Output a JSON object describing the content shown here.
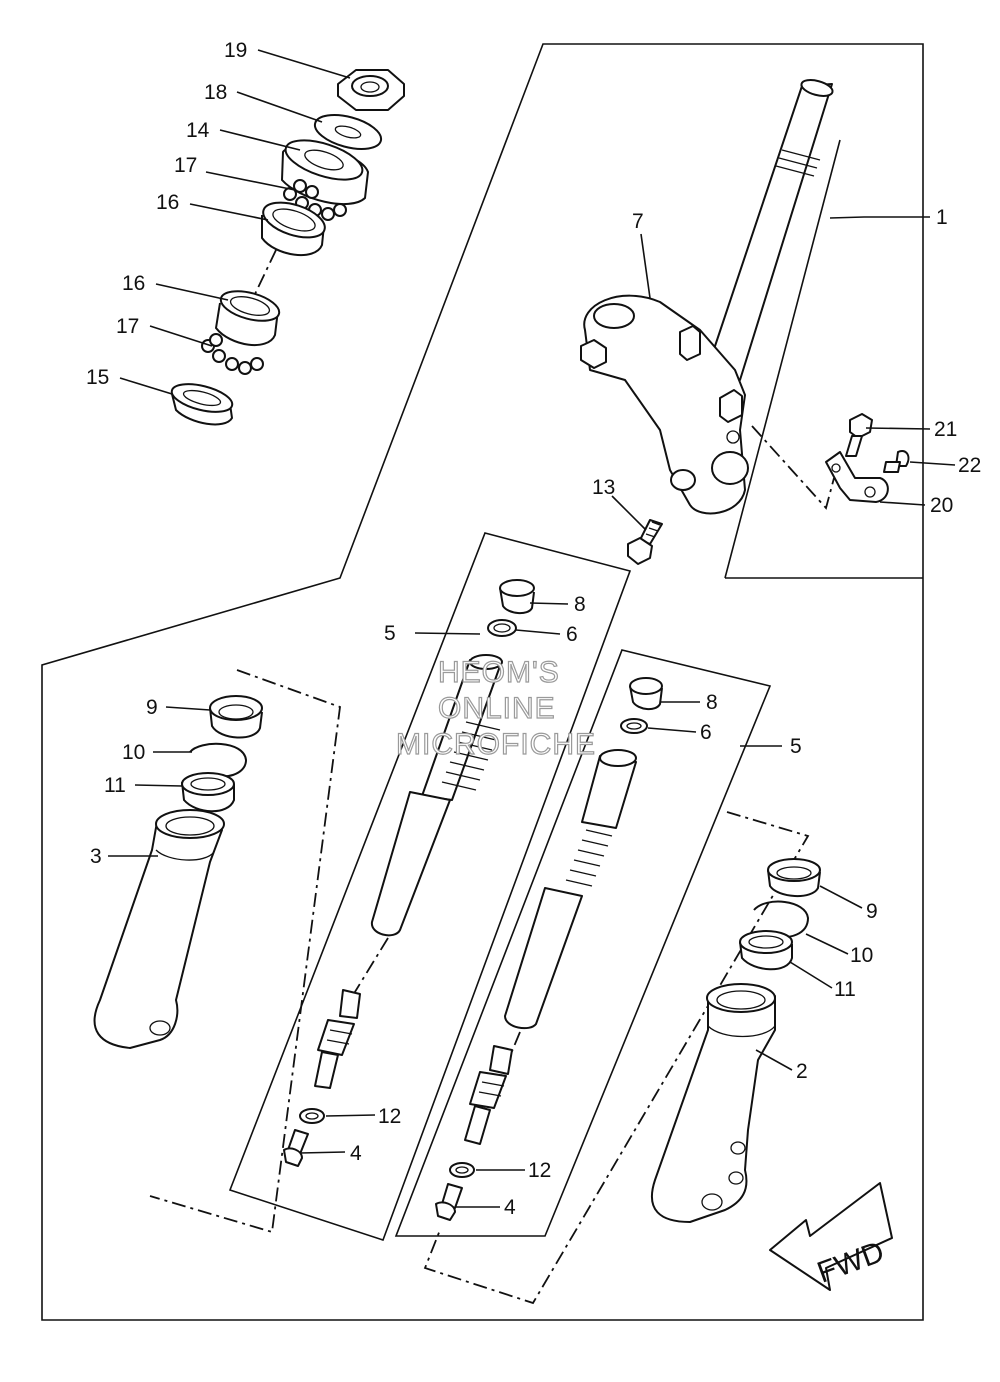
{
  "watermark": {
    "line1": "HEOM'S",
    "line2": "ONLINE",
    "line3": "MICROFICHE",
    "color": "#9a9a9a"
  },
  "direction_arrow": {
    "label": "FWD"
  },
  "callouts": {
    "c1": "1",
    "c2": "2",
    "c3": "3",
    "c4a": "4",
    "c4b": "4",
    "c5a": "5",
    "c5b": "5",
    "c6a": "6",
    "c6b": "6",
    "c7": "7",
    "c8a": "8",
    "c8b": "8",
    "c9a": "9",
    "c9b": "9",
    "c10a": "10",
    "c10b": "10",
    "c11a": "11",
    "c11b": "11",
    "c12a": "12",
    "c12b": "12",
    "c13": "13",
    "c14": "14",
    "c15": "15",
    "c16a": "16",
    "c16b": "16",
    "c17a": "17",
    "c17b": "17",
    "c18": "18",
    "c19": "19",
    "c20": "20",
    "c21": "21",
    "c22": "22"
  }
}
